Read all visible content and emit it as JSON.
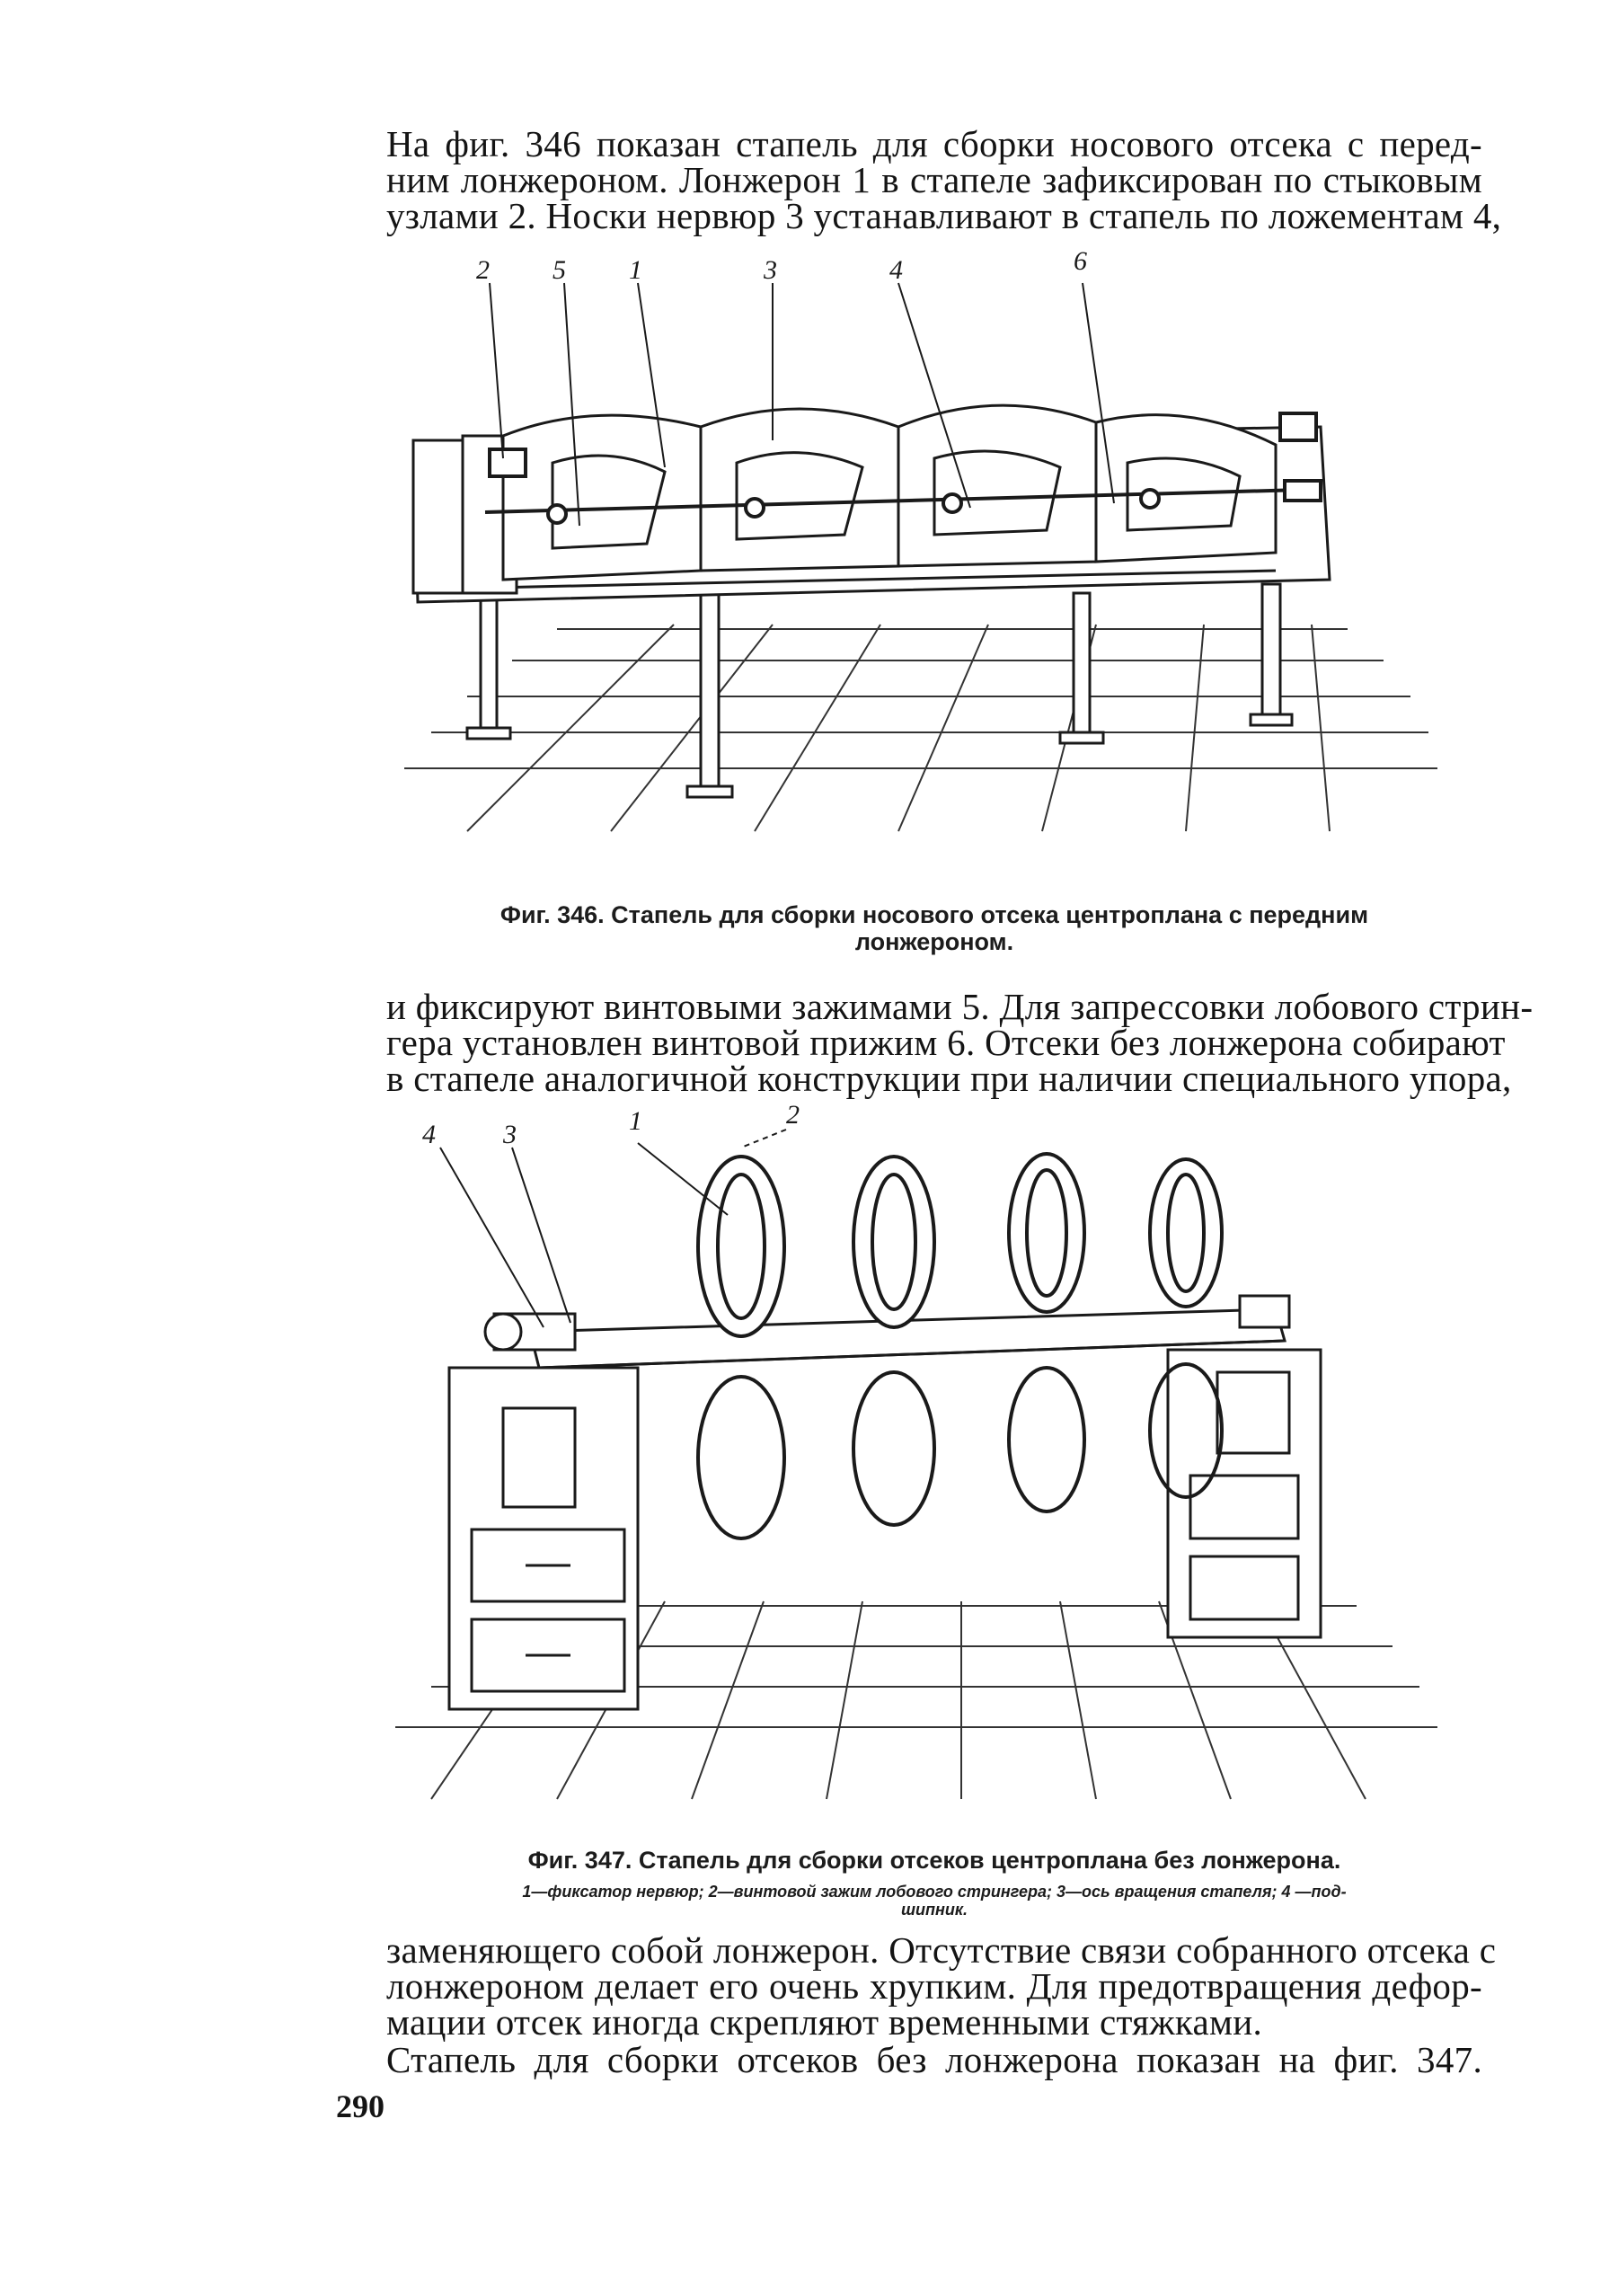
{
  "page": {
    "paragraph_1": [
      "На фиг. 346 показан стапель для сборки носового отсека с перед-",
      "ним лонжероном. Лонжерон 1 в стапеле зафиксирован по стыковым",
      "узлами 2. Носки нервюр 3 устанавливают в стапель по ложементам 4,"
    ],
    "figure_346": {
      "callouts": [
        "2",
        "5",
        "1",
        "3",
        "4",
        "6"
      ],
      "caption_lines": [
        "Фиг. 346. Стапель для сборки носового отсека центроплана с передним",
        "лонжероном."
      ]
    },
    "paragraph_2": [
      "и фиксируют винтовыми зажимами 5. Для запрессовки лобового стрин-",
      "гера установлен винтовой прижим 6. Отсеки без лонжерона собирают",
      "в стапеле аналогичной конструкции при наличии специального упора,"
    ],
    "figure_347": {
      "callouts": [
        "4",
        "3",
        "1",
        "2"
      ],
      "caption_title": "Фиг. 347. Стапель для сборки отсеков центроплана без лонжерона.",
      "caption_legend": [
        "1—фиксатор нервюр; 2—винтовой зажим лобового стрингера; 3—ось вращения стапеля; 4 —под-",
        "шипник."
      ]
    },
    "paragraph_3": [
      "заменяющего собой лонжерон. Отсутствие связи собранного отсека с",
      "лонжероном делает его очень хрупким. Для предотвращения дефор-",
      "мации отсек иногда скрепляют временными стяжками."
    ],
    "paragraph_4": [
      "Стапель для сборки отсеков без лонжерона показан на фиг. 347."
    ],
    "page_number": "290"
  }
}
